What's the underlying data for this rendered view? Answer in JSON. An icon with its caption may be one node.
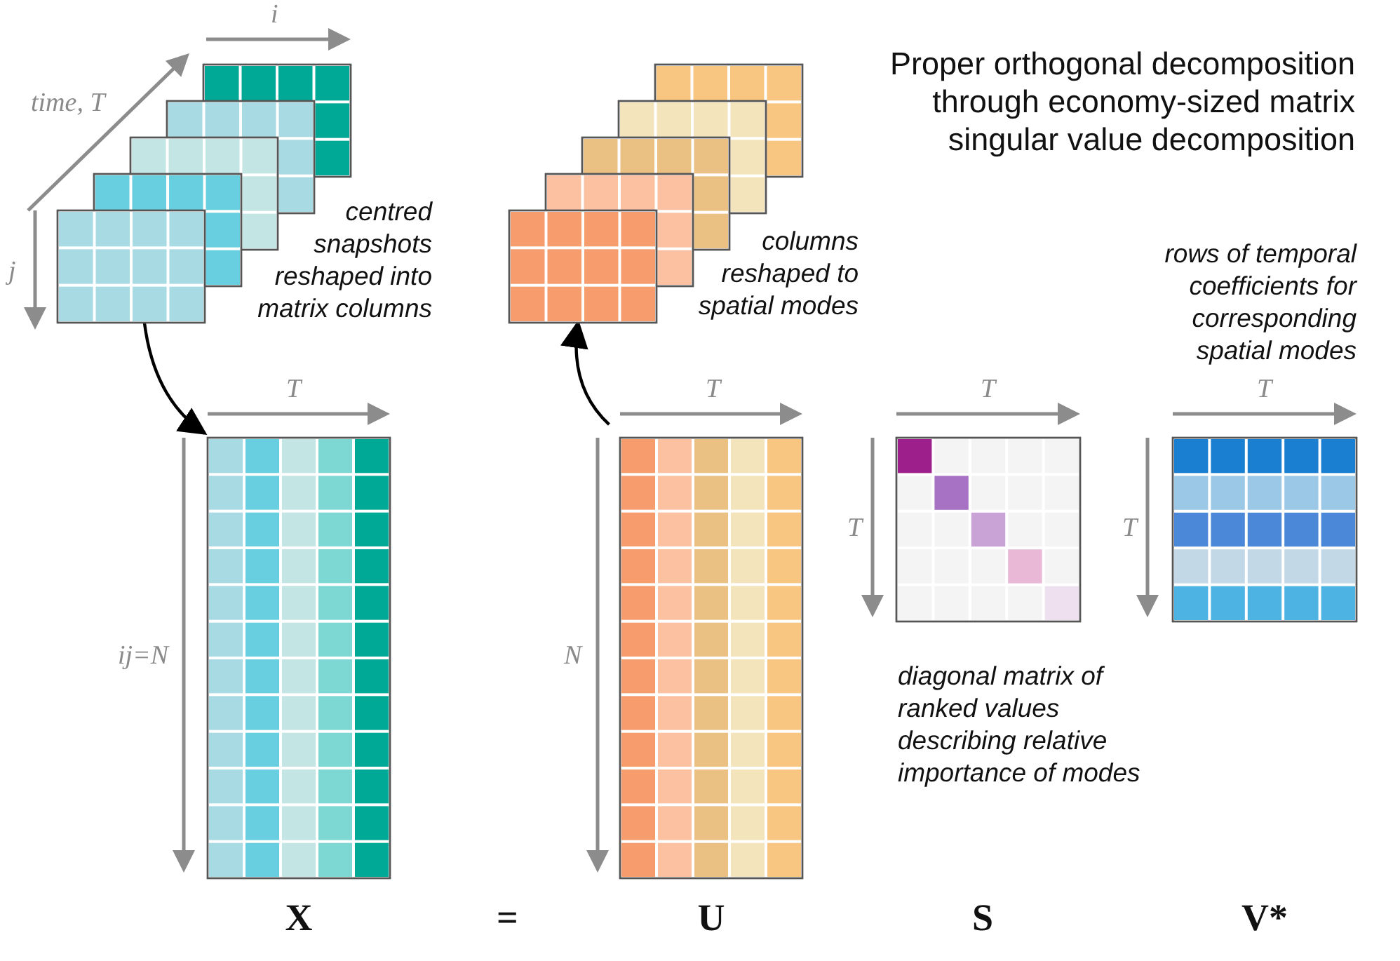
{
  "diagram": {
    "title": "Proper orthogonal decomposition through economy-sized matrix singular value decomposition",
    "nodes": [
      {
        "text": [],
        "shape": "box"
      },
      {
        "text": [],
        "shape": "box"
      },
      {
        "text": [],
        "shape": "box",
        "beside": [
          "X"
        ]
      },
      {
        "text": [],
        "shape": "box",
        "beside": [
          "U"
        ]
      },
      {
        "text": [],
        "shape": "box"
      },
      {
        "text": [],
        "shape": "box"
      }
    ],
    "edges": [
      {
        "from": 0,
        "to": 2,
        "arrow": "to"
      },
      {
        "from": 3,
        "to": 1,
        "arrow": "to"
      }
    ],
    "labels": [
      "i",
      "time, T",
      "j",
      "centred snapshots reshaped into matrix columns",
      "columns reshaped to spatial modes",
      "rows of temporal coefficients for corresponding spatial modes",
      "T",
      "T",
      "T",
      "T",
      "T",
      "T",
      "ij=N",
      "N",
      "diagonal matrix of ranked values describing relative importance of modes",
      "=",
      "S",
      "V*"
    ]
  }
}
